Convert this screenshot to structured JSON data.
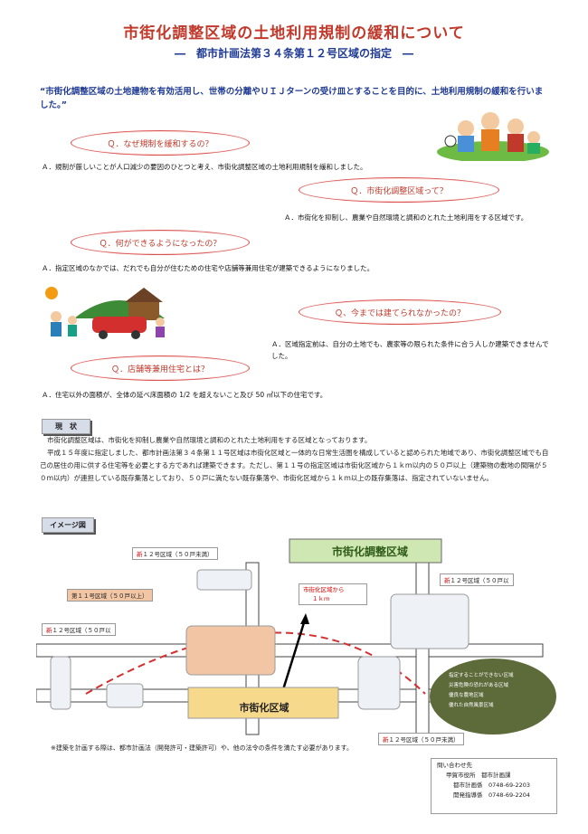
{
  "title": "市街化調整区域の土地利用規制の緩和について",
  "subtitle": "―　都市計画法第３４条第１２号区域の指定　―",
  "intro": "“市街化調整区域の土地建物を有効活用し、世帯の分離やＵＩＪターンの受け皿とすることを目的に、土地利用規制の緩和を行いました。”",
  "qa": [
    {
      "q": "Ｑ．なぜ規制を緩和するの？",
      "a": "Ａ．規制が厳しいことが人口減少の要因のひとつと考え、市街化調整区域の土地利用規制を緩和しました。"
    },
    {
      "q": "Ｑ．市街化調整区域って？",
      "a": "Ａ．市街化を抑制し、農業や自然環境と調和のとれた土地利用をする区域です。"
    },
    {
      "q": "Ｑ．何ができるようになったの？",
      "a": "Ａ．指定区域のなかでは、だれでも自分が住むための住宅や店舗等兼用住宅が建築できるようになりました。"
    },
    {
      "q": "Ｑ、今までは建てられなかったの？",
      "a": "Ａ．区域指定前は、自分の土地でも、農家等の限られた条件に合う人しか建築できませんでした。"
    },
    {
      "q": "Ｑ．店舗等兼用住宅とは？",
      "a": "Ａ．住宅以外の面積が、全体の延べ床面積の 1/2 を超えないこと及び 50 ㎡以下の住宅です。"
    }
  ],
  "status_heading": "現　状",
  "status_lines": [
    "市街化調整区域は、市街化を抑制し農業や自然環境と調和のとれた土地利用をする区域となっております。",
    "平成１５年度に指定しました、都市計画法第３４条第１１号区域は市街化区域と一体的な日常生活圏を構成していると認められた地域であり、市街化調整区域でも自己の居住の用に供する住宅等を必要とする方であれば建築できます。ただし、第１１号の指定区域は市街化区域から１ｋｍ以内の５０戸以上（建築物の敷地の間隔が５０ｍ以内）が連担している既存集落としており、５０戸に満たない既存集落や、市街化区域から１ｋｍ以上の既存集落は、指定されていないません。"
  ],
  "image_heading": "イメージ図",
  "diagram": {
    "chousei_label": "市街化調整区域",
    "shigaika_label": "市街化区域",
    "distance_label": "市街化区域から",
    "distance_value": "１ｋｍ",
    "zone_new12_a_prefix": "新",
    "zone_new12_a": "１２号区域（５０戸未満）",
    "zone11": "第１１号区域（５０戸以上）",
    "zone_new12_b_prefix": "新",
    "zone_new12_b": "１２号区域（５０戸以",
    "zone_new12_c_prefix": "新",
    "zone_new12_c": "１２号区域（５０戸以",
    "zone_new12_d_prefix": "新",
    "zone_new12_d": "１２号区域（５０戸未満）",
    "legend": [
      "指定することができない区域",
      "災害危険の恐れがある区域",
      "優良な農地区域",
      "優れた自然風景区域"
    ]
  },
  "footnote": "※建築を計画する際は、都市計画法（開発許可・建築許可）や、他の法令の条件を満たす必要があります。",
  "contact": {
    "heading": "問い合わせ先",
    "org": "甲賀市役所　都市計画課",
    "line1": "都市計画係　0748-69-2203",
    "line2": "開発指導係　0748-69-2204"
  }
}
